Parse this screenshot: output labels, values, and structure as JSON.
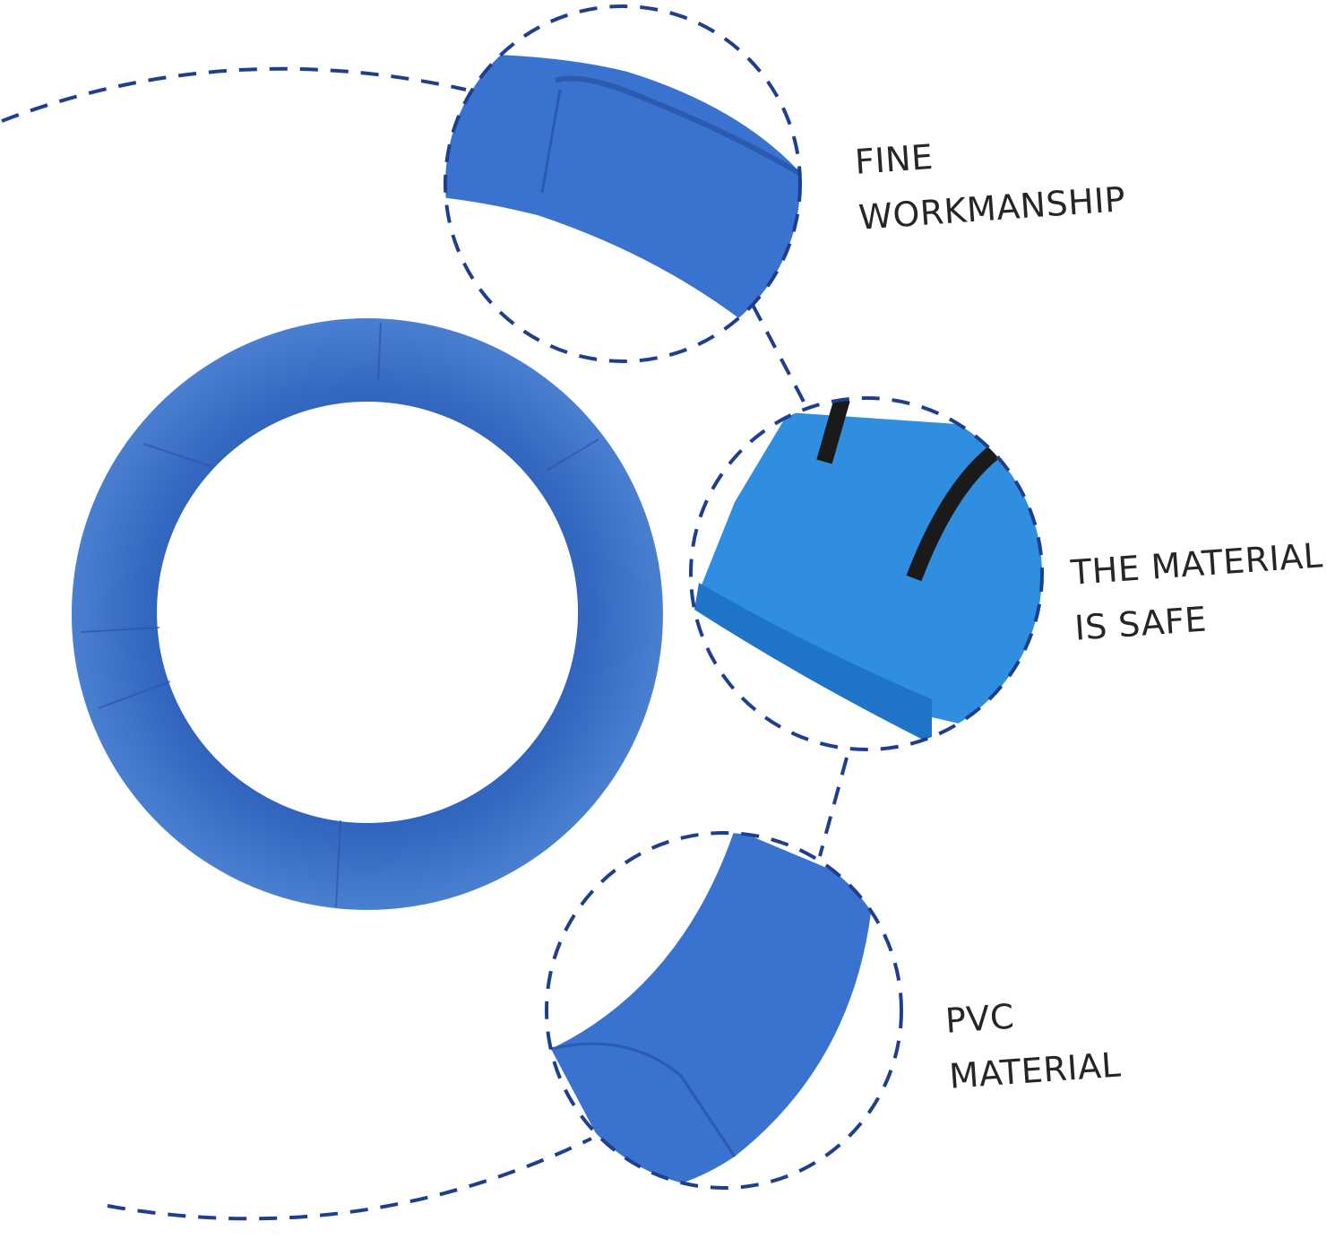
{
  "features": [
    {
      "line1": "FINE",
      "line2": "WORKMANSHIP"
    },
    {
      "line1": "THE MATERIAL",
      "line2": "IS SAFE"
    },
    {
      "line1": "PVC",
      "line2": "MATERIAL"
    }
  ],
  "colors": {
    "pad_blue": "#3b6fc6",
    "pad_light": "#2f8ee0",
    "dash": "#1e3f8e",
    "text": "#262626"
  }
}
